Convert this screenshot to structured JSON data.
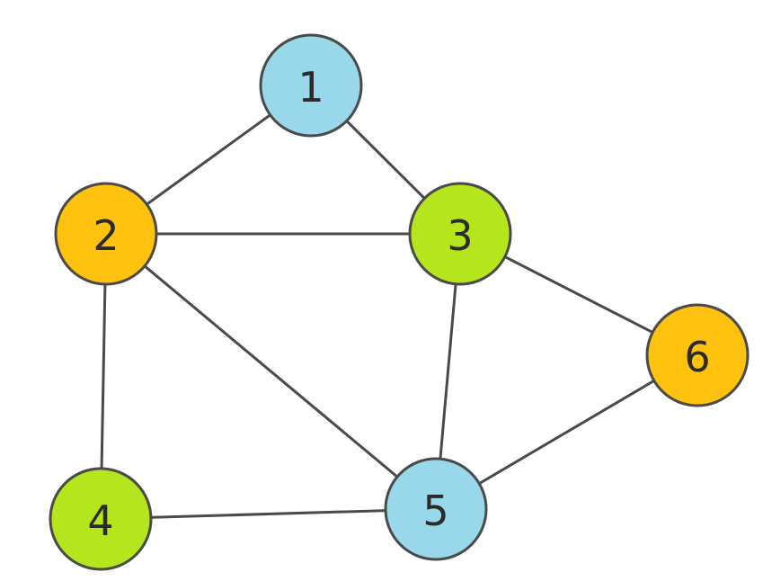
{
  "graph": {
    "nodes": [
      {
        "id": "1",
        "label": "1",
        "color": "#99d8ea"
      },
      {
        "id": "2",
        "label": "2",
        "color": "#fec20f"
      },
      {
        "id": "3",
        "label": "3",
        "color": "#b5e51d"
      },
      {
        "id": "4",
        "label": "4",
        "color": "#b5e51d"
      },
      {
        "id": "5",
        "label": "5",
        "color": "#99d8ea"
      },
      {
        "id": "6",
        "label": "6",
        "color": "#fec20f"
      }
    ],
    "edges": [
      {
        "from": "1",
        "to": "2"
      },
      {
        "from": "1",
        "to": "3"
      },
      {
        "from": "2",
        "to": "3"
      },
      {
        "from": "2",
        "to": "4"
      },
      {
        "from": "2",
        "to": "5"
      },
      {
        "from": "3",
        "to": "5"
      },
      {
        "from": "3",
        "to": "6"
      },
      {
        "from": "4",
        "to": "5"
      },
      {
        "from": "5",
        "to": "6"
      }
    ]
  }
}
